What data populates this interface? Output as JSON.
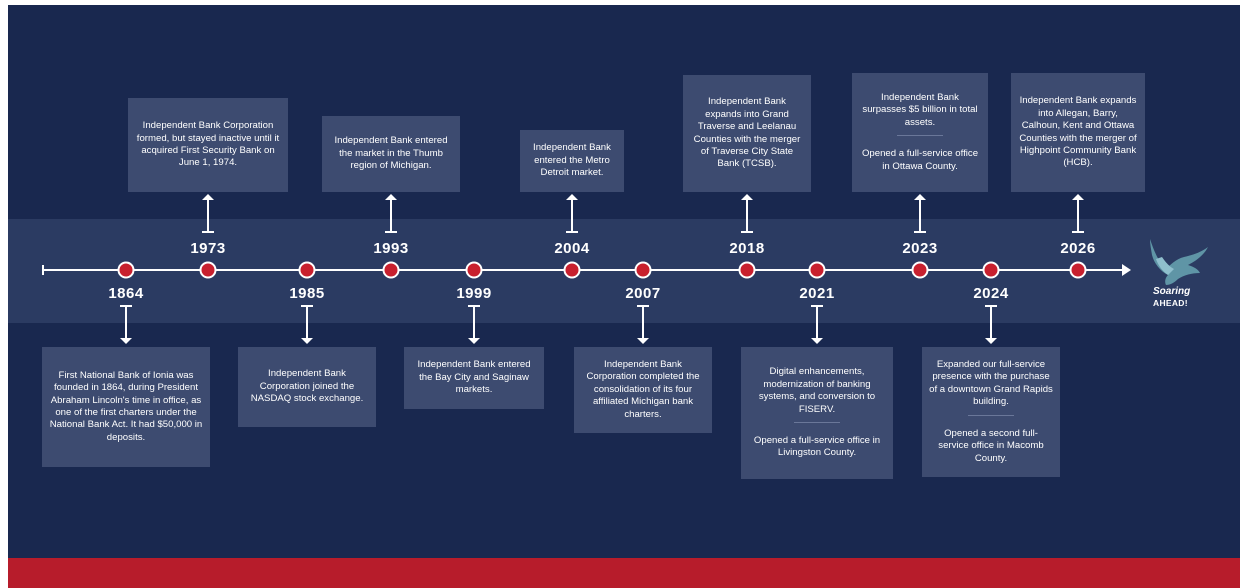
{
  "colors": {
    "background": "#19284f",
    "band": "#2b3b62",
    "box": "#3d4b70",
    "dot": "#c8202e",
    "footer": "#b71c2b",
    "bird": "#5f95a6"
  },
  "brand": {
    "icon": "eagle-icon",
    "line1": "Soaring",
    "line2": "AHEAD!"
  },
  "events": [
    {
      "year": "1864",
      "paragraphs": [
        "First National Bank of Ionia was founded in 1864, during President Abraham Lincoln's time in office, as one of the first charters under the National Bank Act. It had $50,000 in deposits."
      ]
    },
    {
      "year": "1973",
      "paragraphs": [
        "Independent Bank Corporation formed, but stayed inactive until it acquired First Security Bank on June 1, 1974."
      ]
    },
    {
      "year": "1985",
      "paragraphs": [
        "Independent Bank Corporation joined the NASDAQ stock exchange."
      ]
    },
    {
      "year": "1993",
      "paragraphs": [
        "Independent Bank entered the market in the Thumb region of Michigan."
      ]
    },
    {
      "year": "1999",
      "paragraphs": [
        "Independent Bank entered the Bay City and Saginaw markets."
      ]
    },
    {
      "year": "2004",
      "paragraphs": [
        "Independent Bank entered the Metro Detroit market."
      ]
    },
    {
      "year": "2007",
      "paragraphs": [
        "Independent Bank Corporation completed the consolidation of its four affiliated Michigan bank charters."
      ]
    },
    {
      "year": "2018",
      "paragraphs": [
        "Independent Bank expands into Grand Traverse and Leelanau Counties with the merger of Traverse City State Bank (TCSB)."
      ]
    },
    {
      "year": "2021",
      "paragraphs": [
        "Digital enhancements, modernization of banking systems, and conversion to FISERV.",
        "Opened a full-service office in Livingston County."
      ]
    },
    {
      "year": "2023",
      "paragraphs": [
        "Independent Bank surpasses $5 billion in total assets.",
        "Opened a full-service office in Ottawa County."
      ]
    },
    {
      "year": "2024",
      "paragraphs": [
        "Expanded our full-service presence with the purchase of a downtown Grand Rapids building.",
        "Opened a second full-service office in Macomb County."
      ]
    },
    {
      "year": "2026",
      "paragraphs": [
        "Independent Bank expands into Allegan, Barry, Calhoun, Kent and Ottawa Counties with the merger of Highpoint Community Bank (HCB)."
      ]
    }
  ]
}
